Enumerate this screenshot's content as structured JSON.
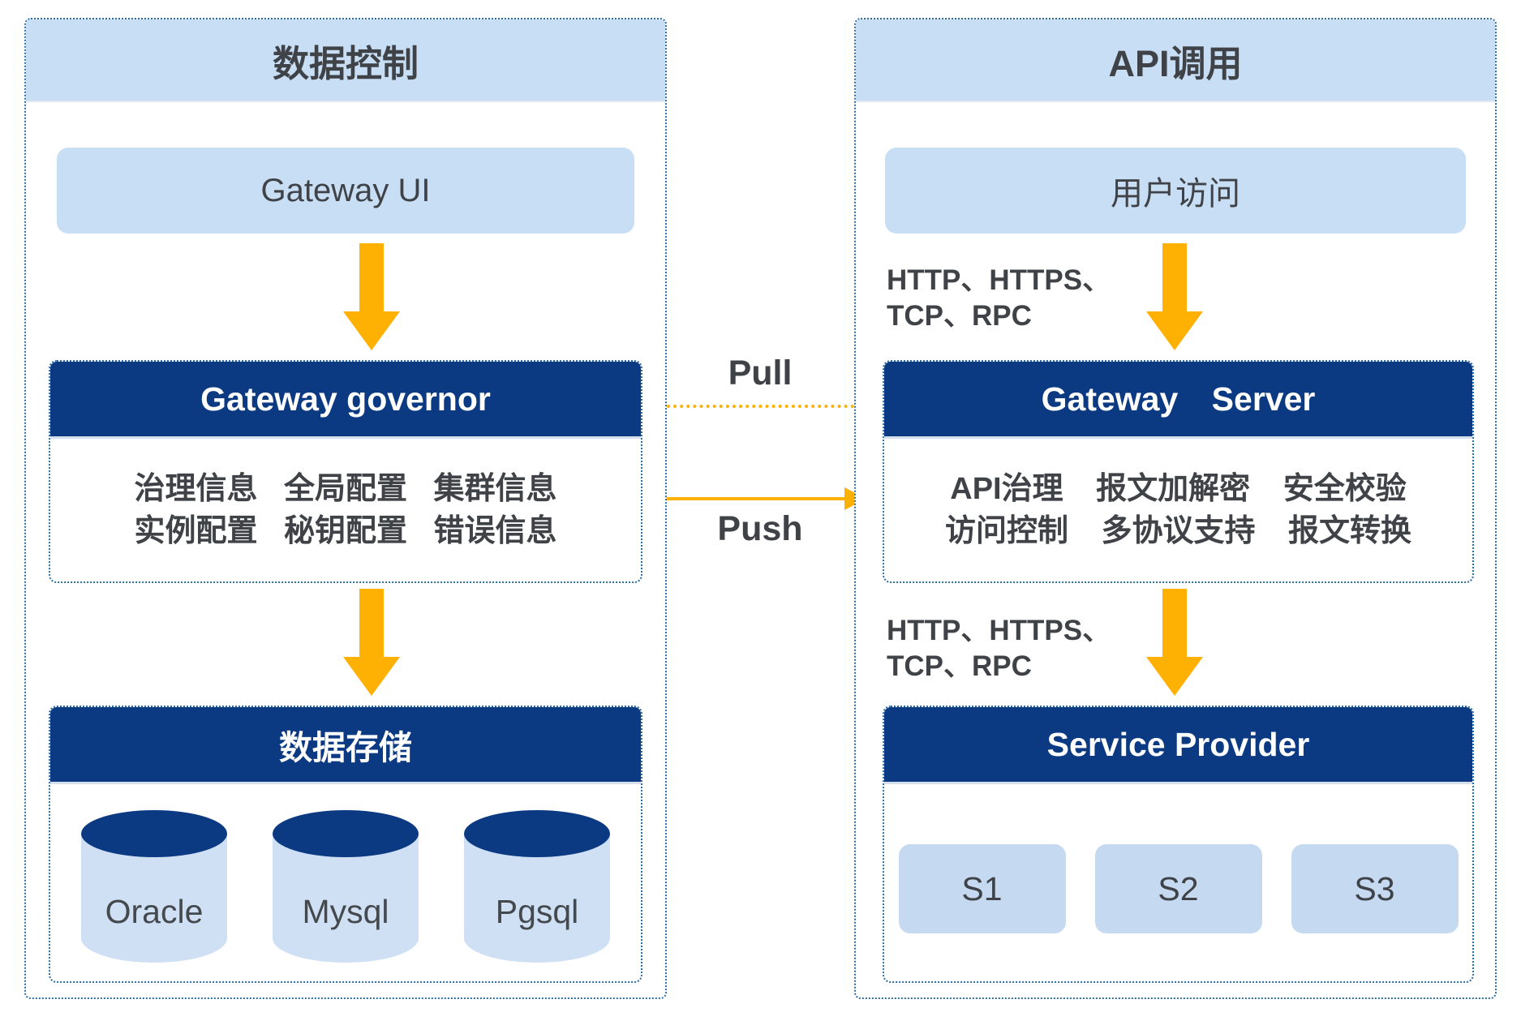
{
  "colors": {
    "navy": "#0b3a82",
    "light-blue": "#c8def5",
    "cylinder-blue": "#cfe0f5",
    "orange": "#ffb103",
    "text-dark": "#3f4347",
    "border-blue": "#2e6da4"
  },
  "left_panel": {
    "title": "数据控制",
    "gateway_ui_label": "Gateway UI",
    "governor": {
      "title": "Gateway governor",
      "row1": "治理信息 全局配置 集群信息",
      "row2": "实例配置 秘钥配置 错误信息"
    },
    "storage": {
      "title": "数据存储",
      "databases": [
        "Oracle",
        "Mysql",
        "Pgsql"
      ]
    }
  },
  "connections": {
    "pull_label": "Pull",
    "push_label": "Push"
  },
  "right_panel": {
    "title": "API调用",
    "user_access_label": "用户访问",
    "protocols_top": {
      "line1": "HTTP、HTTPS、",
      "line2": "TCP、RPC"
    },
    "server": {
      "title": "Gateway Server",
      "row1": "API治理 报文加解密 安全校验",
      "row2": "访问控制 多协议支持 报文转换"
    },
    "protocols_bottom": {
      "line1": "HTTP、HTTPS、",
      "line2": "TCP、RPC"
    },
    "provider": {
      "title": "Service Provider",
      "services": [
        "S1",
        "S2",
        "S3"
      ]
    }
  }
}
